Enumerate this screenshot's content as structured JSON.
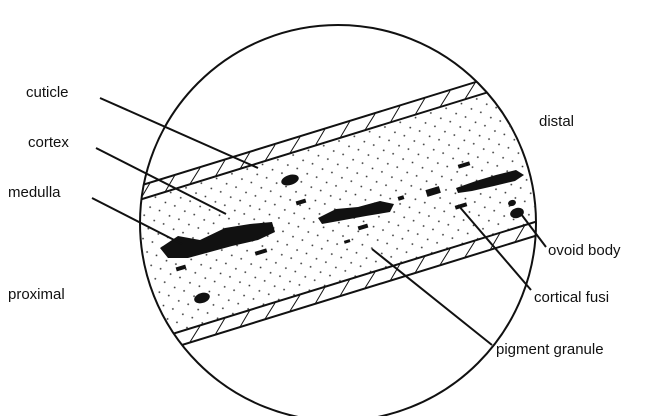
{
  "labels": {
    "cuticle": "cuticle",
    "cortex": "cortex",
    "medulla": "medulla",
    "proximal": "proximal",
    "distal": "distal",
    "ovoid_body": "ovoid body",
    "cortical_fusi": "cortical fusi",
    "pigment_granule": "pigment granule"
  },
  "colors": {
    "ink": "#111111",
    "background": "#ffffff"
  }
}
